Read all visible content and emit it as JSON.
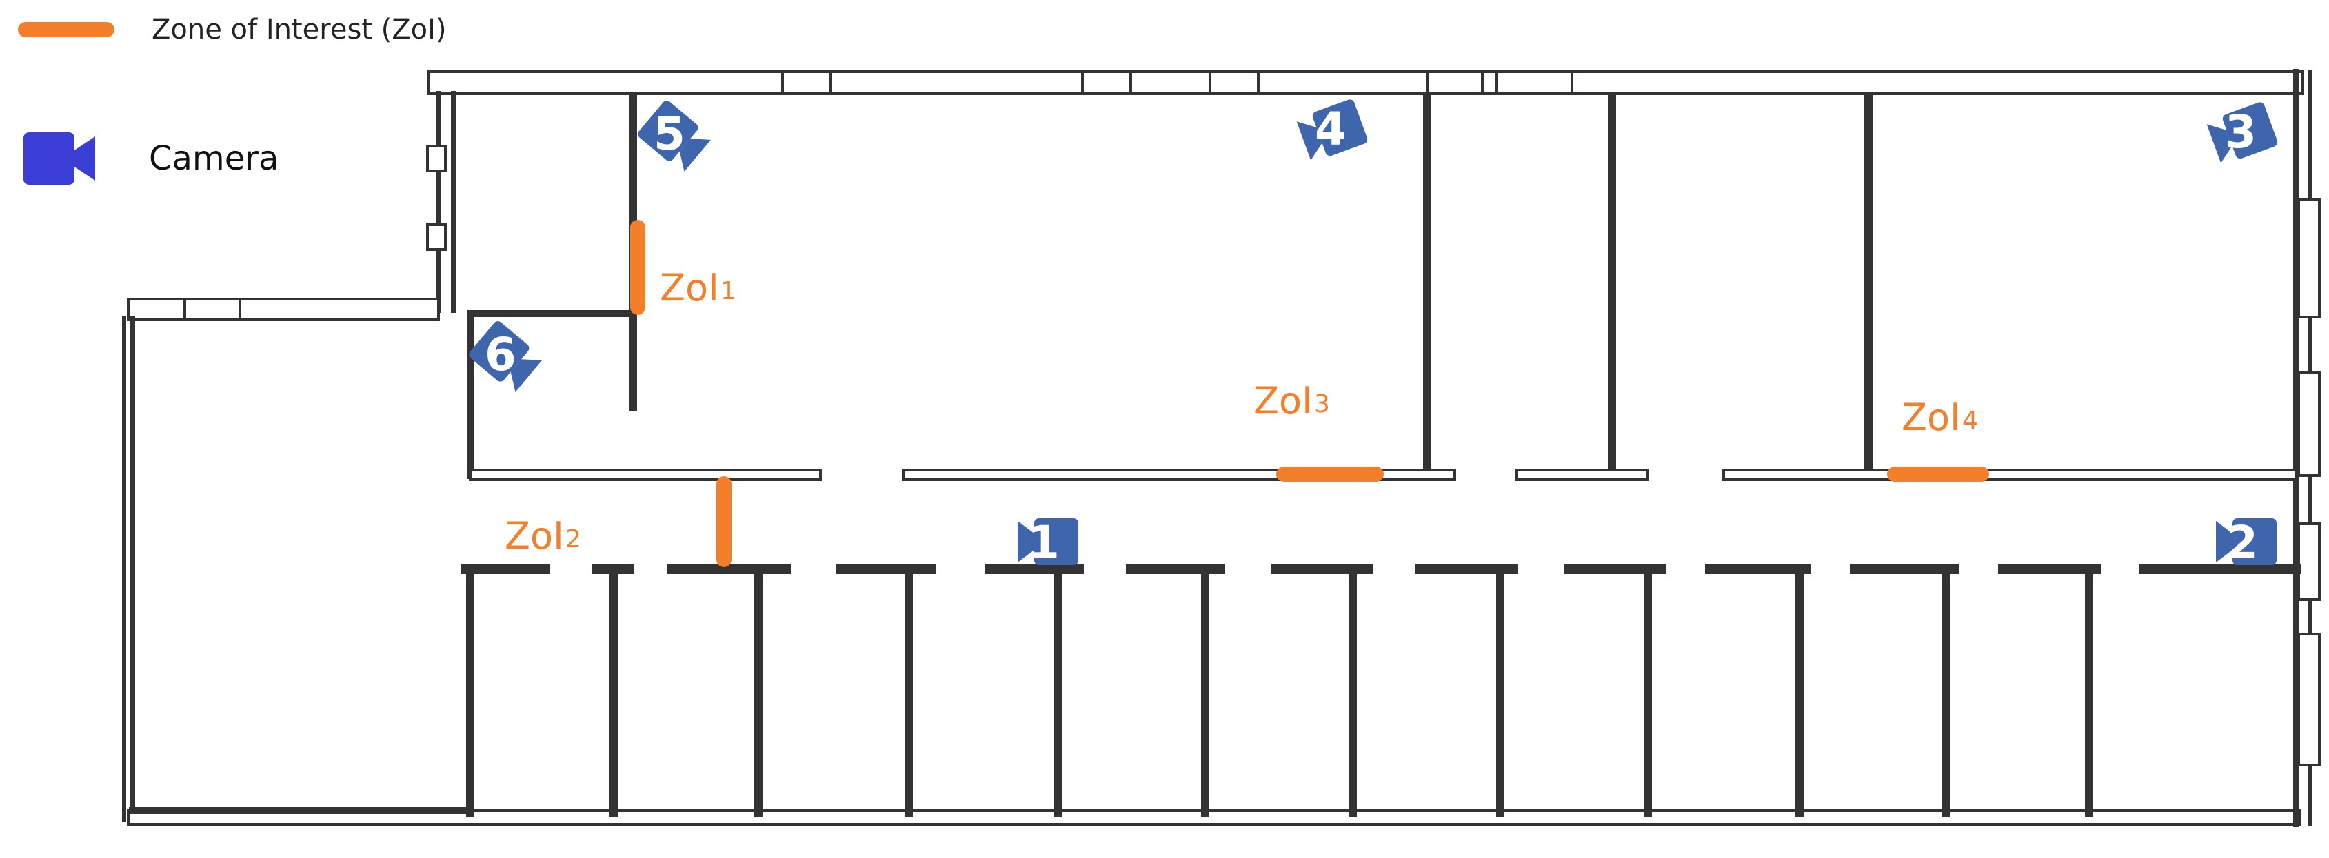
{
  "legend": {
    "zoi_label": "Zone of Interest (ZoI)",
    "camera_label": "Camera"
  },
  "colors": {
    "zoi": "#f47f2a",
    "camera_icon": "#3f65ad",
    "camera_legend": "#3b3ed4",
    "wall": "#333333"
  },
  "zones": [
    {
      "prefix": "ZoI",
      "sub": "1"
    },
    {
      "prefix": "ZoI",
      "sub": "2"
    },
    {
      "prefix": "ZoI",
      "sub": "3"
    },
    {
      "prefix": "ZoI",
      "sub": "4"
    }
  ],
  "cameras": [
    {
      "number": "1"
    },
    {
      "number": "2"
    },
    {
      "number": "3"
    },
    {
      "number": "4"
    },
    {
      "number": "5"
    },
    {
      "number": "6"
    }
  ]
}
